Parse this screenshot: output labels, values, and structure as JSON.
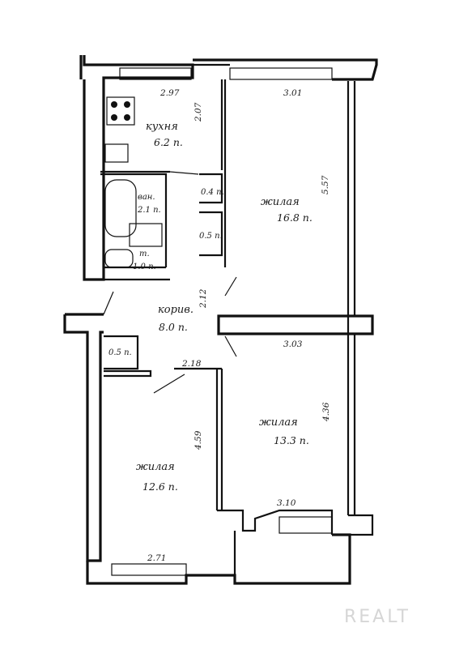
{
  "rooms": {
    "kitchen": {
      "name": "кухня",
      "area": "6.2 п."
    },
    "living_big": {
      "name": "жилая",
      "area": "16.8 п."
    },
    "living_mid": {
      "name": "жилая",
      "area": "13.3 п."
    },
    "living_left": {
      "name": "жилая",
      "area": "12.6 п."
    },
    "corridor": {
      "name": "корив.",
      "area": "8.0 п."
    },
    "bathroom": {
      "name": "ван.",
      "area": "2.1 п."
    },
    "toilet": {
      "name": "т.",
      "area": "1.0 п."
    },
    "closet_a": {
      "area": "0.4 п."
    },
    "closet_b": {
      "area": "0.5 п."
    },
    "closet_c": {
      "area": "0.5 п."
    }
  },
  "dimensions": {
    "kitchen_width": "2.97",
    "kitchen_depth": "2.07",
    "big_room_width": "3.01",
    "big_room_depth": "5.57",
    "corridor_depth": "2.12",
    "mid_room_width": "3.03",
    "mid_room_depth": "4.36",
    "left_room_top": "2.18",
    "left_room_depth": "4.59",
    "left_room_width": "2.71",
    "balcony_width": "3.10"
  },
  "watermark": "REALT"
}
